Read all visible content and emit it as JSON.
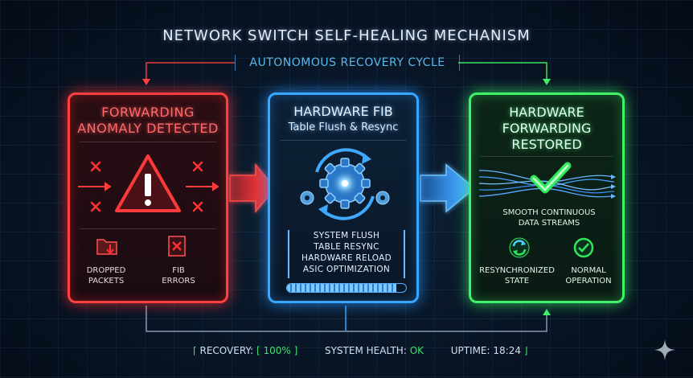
{
  "title": "NETWORK SWITCH SELF-HEALING MECHANISM",
  "subtitle": "AUTONOMOUS RECOVERY CYCLE",
  "colors": {
    "anomaly": "#ff4040",
    "resync": "#39a6ff",
    "restored": "#3ef26a",
    "background": "#081220"
  },
  "panels": {
    "anomaly": {
      "heading": [
        "FORWARDING",
        "ANOMALY DETECTED"
      ],
      "icons": [
        "warning-triangle-icon",
        "x-mark-icon",
        "folder-icon",
        "fib-error-icon"
      ],
      "items": [
        {
          "lines": [
            "DROPPED",
            "PACKETS"
          ]
        },
        {
          "lines": [
            "FIB",
            "ERRORS"
          ]
        }
      ]
    },
    "resync": {
      "heading": "HARDWARE FIB",
      "subheading": "Table Flush & Resync",
      "icons": [
        "gears-icon"
      ],
      "steps": [
        "SYSTEM FLUSH",
        "TABLE RESYNC",
        "HARDWARE RELOAD",
        "ASIC OPTIMIZATION"
      ],
      "progress": 0.92
    },
    "restored": {
      "heading": [
        "HARDWARE",
        "FORWARDING",
        "RESTORED"
      ],
      "icons": [
        "checkmark-icon",
        "resync-icon",
        "check-circle-icon"
      ],
      "stream_caption": [
        "SMOOTH CONTINUOUS",
        "DATA STREAMS"
      ],
      "items": [
        {
          "lines": [
            "RESYNCHRONIZED",
            "STATE"
          ]
        },
        {
          "lines": [
            "NORMAL",
            "OPERATION"
          ]
        }
      ]
    }
  },
  "status_bar": {
    "recovery_label": "RECOVERY:",
    "recovery_value": "[ 100% ]",
    "health_label": "SYSTEM HEALTH:",
    "health_value": "OK",
    "uptime_label": "UPTIME:",
    "uptime_value": "18:24"
  }
}
